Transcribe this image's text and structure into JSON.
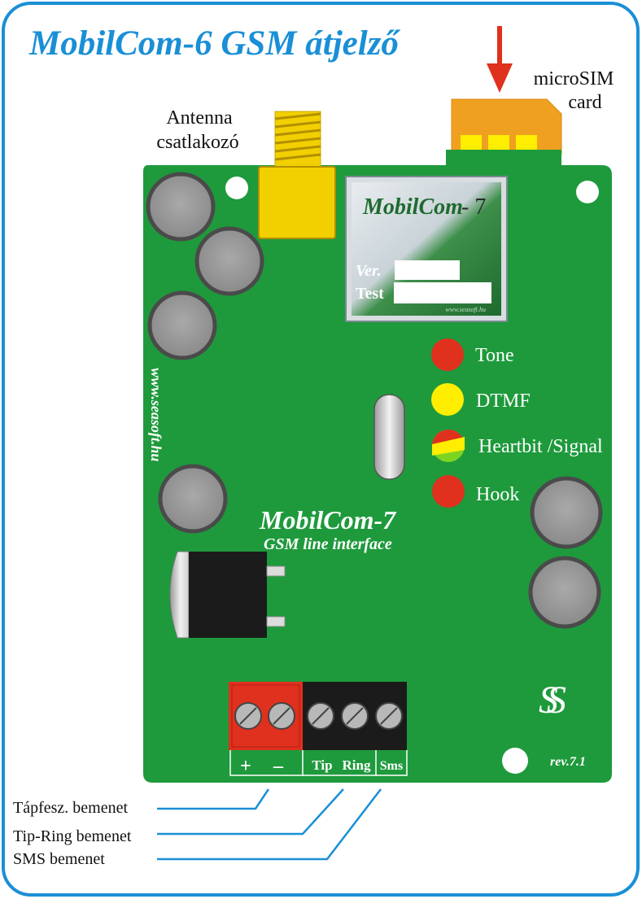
{
  "title": "MobilCom-6 GSM átjelző",
  "labels": {
    "antenna_line1": "Antenna",
    "antenna_line2": "csatlakozó",
    "sim_line1": "microSIM",
    "sim_line2": "card",
    "website_vertical": "www.seasoft.hu",
    "revision": "rev.7.1",
    "logo_glyph": "SS"
  },
  "module": {
    "brand": "MobilCom",
    "model_suffix": "- 7",
    "ver_label": "Ver.",
    "test_label": "Test",
    "website": "www.seasoft.hu"
  },
  "board": {
    "name": "MobilCom-7",
    "subtitle": "GSM line interface"
  },
  "leds": [
    {
      "label": "Tone",
      "color": "#e0301e"
    },
    {
      "label": "DTMF",
      "color": "#ffee00"
    },
    {
      "label": "Heartbit /Signal",
      "color": "#e0301e"
    },
    {
      "label": "Hook",
      "color": "#e0301e"
    }
  ],
  "terminals": {
    "plus": "+",
    "minus": "–",
    "tip": "Tip",
    "ring": "Ring",
    "sms": "Sms"
  },
  "callouts": [
    {
      "text": "Tápfesz. bemenet"
    },
    {
      "text": "Tip-Ring bemenet"
    },
    {
      "text": "SMS bemenet"
    }
  ],
  "colors": {
    "frame": "#1a8fd6",
    "title": "#1a8fd6",
    "pcb": "#1e9a3c",
    "arrow": "#e0301e",
    "sim": "#f0a020",
    "antenna": "#f2d000"
  }
}
